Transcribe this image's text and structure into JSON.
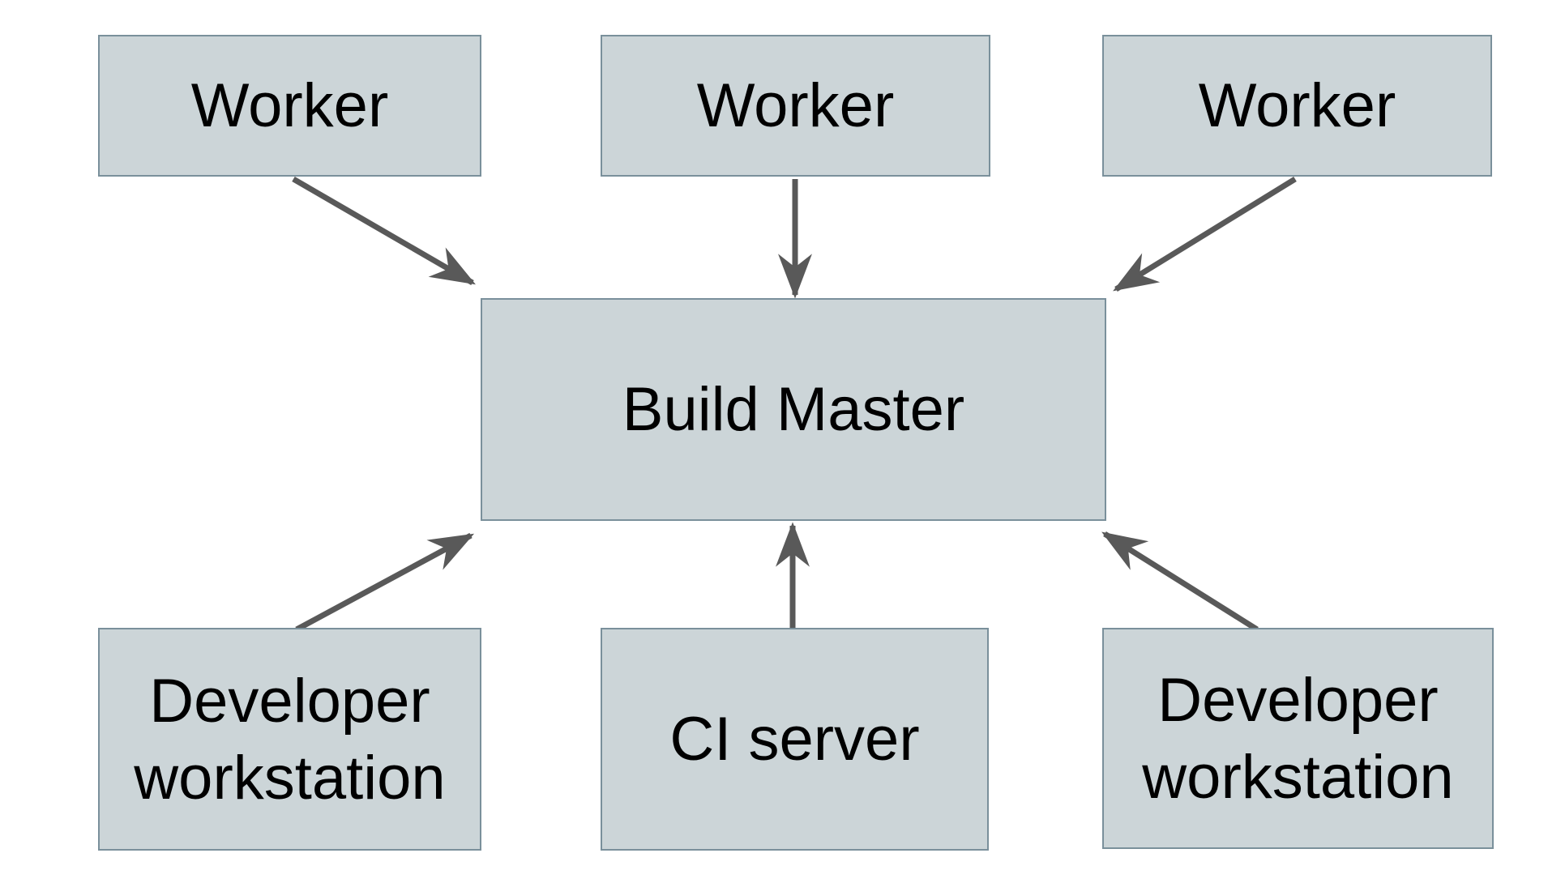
{
  "diagram": {
    "type": "architecture-diagram",
    "nodes": [
      {
        "id": "worker-1",
        "label": "Worker"
      },
      {
        "id": "worker-2",
        "label": "Worker"
      },
      {
        "id": "worker-3",
        "label": "Worker"
      },
      {
        "id": "build-master",
        "label": "Build Master"
      },
      {
        "id": "developer-workstation-1",
        "label": "Developer workstation"
      },
      {
        "id": "ci-server",
        "label": "CI server"
      },
      {
        "id": "developer-workstation-2",
        "label": "Developer workstation"
      }
    ],
    "edges": [
      {
        "from": "worker-1",
        "to": "build-master",
        "direction": "down-right"
      },
      {
        "from": "worker-2",
        "to": "build-master",
        "direction": "down"
      },
      {
        "from": "worker-3",
        "to": "build-master",
        "direction": "down-left"
      },
      {
        "from": "developer-workstation-1",
        "to": "build-master",
        "direction": "up-right"
      },
      {
        "from": "ci-server",
        "to": "build-master",
        "direction": "up"
      },
      {
        "from": "developer-workstation-2",
        "to": "build-master",
        "direction": "up-left"
      }
    ],
    "colors": {
      "node_fill": "#ccd5d8",
      "node_border": "#7a909b",
      "arrow": "#595959",
      "text": "#000000",
      "background": "#ffffff"
    }
  }
}
